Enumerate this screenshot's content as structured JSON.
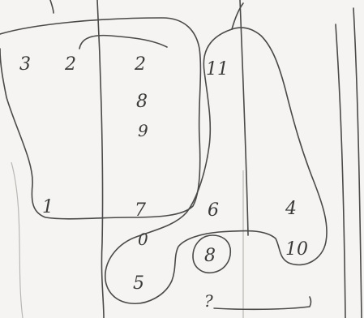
{
  "sketch": {
    "labels": [
      {
        "id": "label-3",
        "text": "3"
      },
      {
        "id": "label-2-left",
        "text": "2"
      },
      {
        "id": "label-2-top",
        "text": "2"
      },
      {
        "id": "label-8-top",
        "text": "8"
      },
      {
        "id": "label-9",
        "text": "9"
      },
      {
        "id": "label-11-top",
        "text": "11"
      },
      {
        "id": "label-1",
        "text": "1"
      },
      {
        "id": "label-7",
        "text": "7"
      },
      {
        "id": "label-6",
        "text": "6"
      },
      {
        "id": "label-4",
        "text": "4"
      },
      {
        "id": "label-0",
        "text": "0"
      },
      {
        "id": "label-8-circled",
        "text": "8"
      },
      {
        "id": "label-10",
        "text": "10"
      },
      {
        "id": "label-5",
        "text": "5"
      },
      {
        "id": "label-question",
        "text": "?"
      }
    ],
    "colors": {
      "ink": "#3a3a3a",
      "paper": "#f5f4f2",
      "fold-line": "#b9b7b3"
    }
  }
}
